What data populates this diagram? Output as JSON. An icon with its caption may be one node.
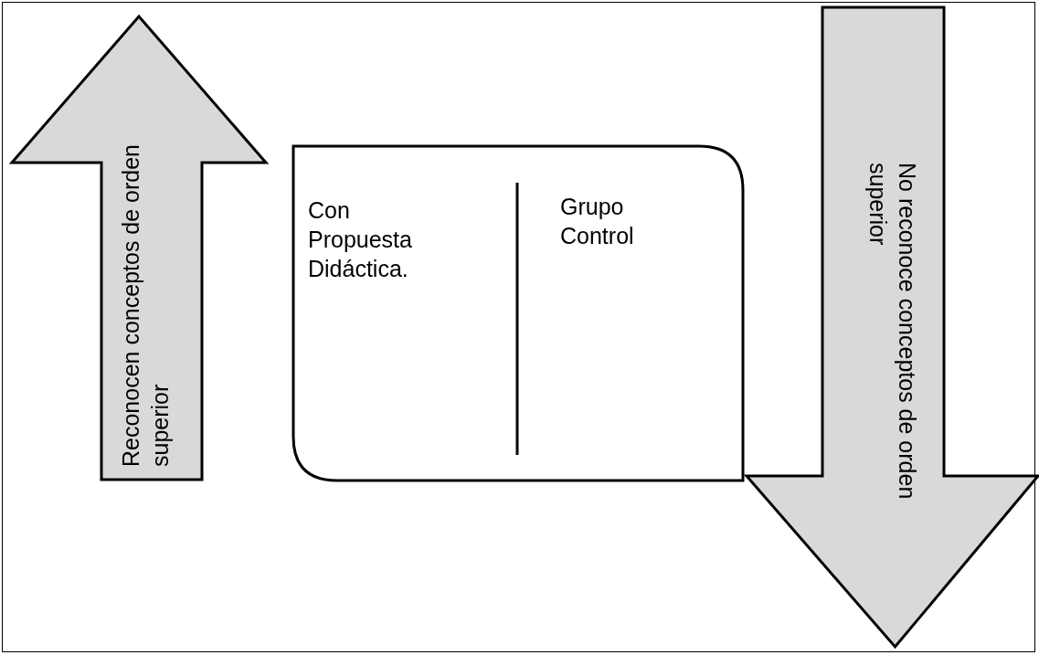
{
  "diagram": {
    "nodes": [
      {
        "text": [
          "Reconocen conceptos de orden superior"
        ]
      },
      {
        "text": [
          "Con Propuesta Didáctica.",
          "Grupo Control"
        ]
      },
      {
        "text": [
          "No reconoce conceptos de orden superior"
        ]
      }
    ]
  }
}
